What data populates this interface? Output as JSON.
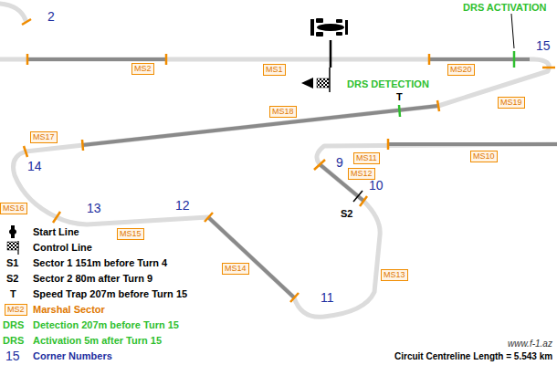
{
  "diagram": {
    "nodes": [
      {
        "text": [
          "MS2"
        ]
      },
      {
        "text": [
          "MS1"
        ]
      },
      {
        "text": [
          "MS20"
        ]
      },
      {
        "text": [
          "MS19"
        ]
      },
      {
        "text": [
          "MS18"
        ]
      },
      {
        "text": [
          "MS17"
        ]
      },
      {
        "text": [
          "MS16"
        ]
      },
      {
        "text": [
          "MS15"
        ]
      },
      {
        "text": [
          "MS14"
        ]
      },
      {
        "text": [
          "MS13"
        ]
      },
      {
        "text": [
          "MS12"
        ]
      },
      {
        "text": [
          "MS11"
        ]
      },
      {
        "text": [
          "MS10"
        ]
      },
      {
        "text": [
          "MS2"
        ]
      }
    ],
    "labels": [
      "2",
      "DRS ACTIVATION",
      "15",
      "DRS DETECTION",
      "T",
      "14",
      "13",
      "12",
      "9",
      "10",
      "S2",
      "11",
      "S1",
      "S2",
      "T",
      "DRS",
      "DRS",
      "15",
      "Circuit Centreline Length = 5.543 km",
      "www.f-1.az"
    ],
    "legend": [
      {
        "text": "Start Line"
      },
      {
        "text": "Control Line"
      },
      {
        "text": "Sector 1 151m before Turn 4"
      },
      {
        "text": "Sector 2 80m after Turn 9"
      },
      {
        "text": "Speed Trap 207m before Turn 15"
      },
      {
        "text": "Marshal Sector"
      },
      {
        "text": "Detection 207m before Turn 15"
      },
      {
        "text": "Activation 5m after Turn 15"
      },
      {
        "text": "Corner Numbers"
      }
    ]
  }
}
